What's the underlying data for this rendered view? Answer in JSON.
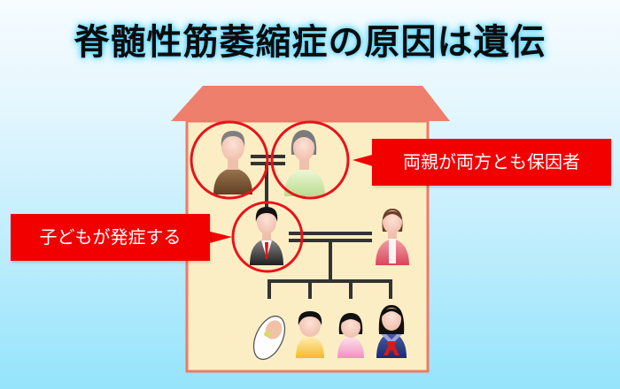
{
  "title": "脊髄性筋萎縮症の原因は遺伝",
  "callouts": {
    "parents": "両親が両方とも保因者",
    "child": "子どもが発症する"
  },
  "colors": {
    "callout_bg": "#f20000",
    "highlight_ring": "#e8121a",
    "house_roof": "#ee7f6d",
    "house_wall": "#fbeec4",
    "house_border": "#ee7a68",
    "line": "#333333",
    "bg_top": "#f7fcff",
    "bg_bottom": "#95e4fb"
  },
  "family_tree": {
    "generation_1": [
      "grandfather (carrier)",
      "grandmother (carrier)"
    ],
    "generation_2": [
      "son (affected)",
      "spouse"
    ],
    "generation_3": [
      "baby",
      "boy",
      "girl",
      "schoolgirl"
    ]
  }
}
